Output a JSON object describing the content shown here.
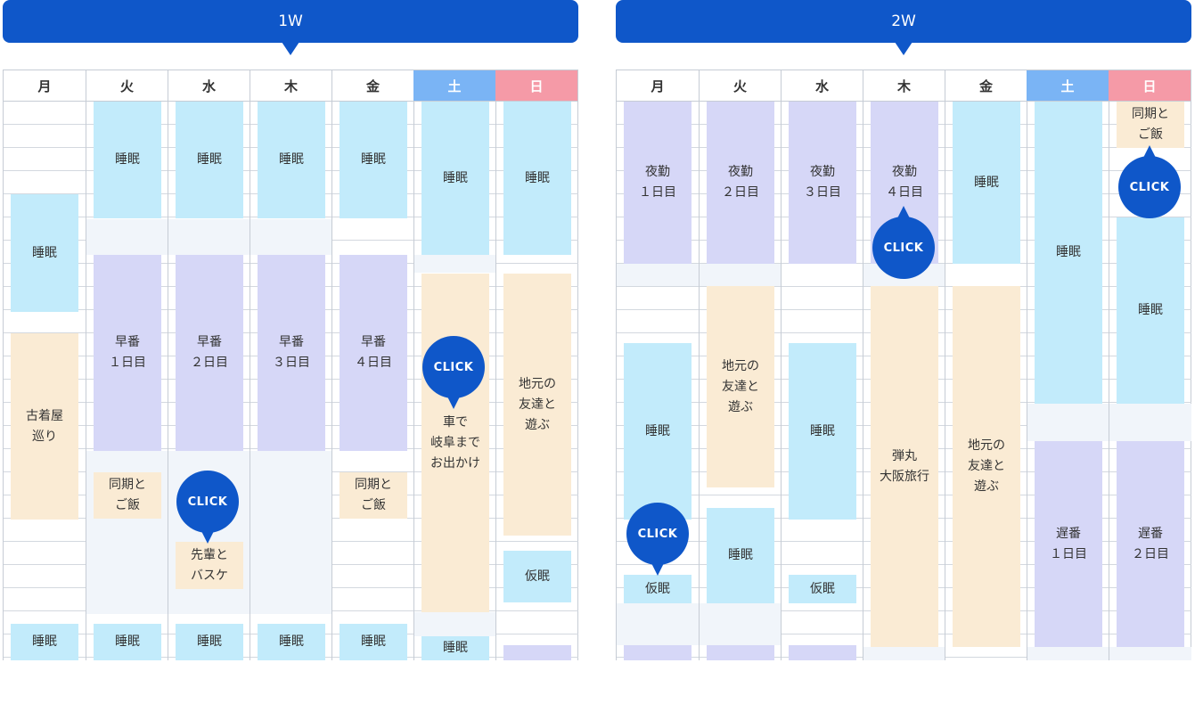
{
  "weeks": [
    {
      "title": "1W",
      "days": [
        "月",
        "火",
        "水",
        "木",
        "金",
        "土",
        "日"
      ],
      "events": {
        "mon": [
          "睡眠",
          "古着屋\n巡り",
          "睡眠"
        ],
        "tue": [
          "睡眠",
          "早番\n１日目",
          "同期と\nご飯",
          "睡眠"
        ],
        "wed": [
          "睡眠",
          "早番\n２日目",
          "先輩と\nバスケ",
          "睡眠"
        ],
        "thu": [
          "睡眠",
          "早番\n３日目",
          "睡眠"
        ],
        "fri": [
          "睡眠",
          "早番\n４日目",
          "同期と\nご飯",
          "睡眠"
        ],
        "sat": [
          "睡眠",
          "車で\n岐阜まで\nお出かけ",
          "睡眠"
        ],
        "sun": [
          "睡眠",
          "地元の\n友達と\n遊ぶ",
          "仮眠"
        ]
      },
      "click_label": "CLICK"
    },
    {
      "title": "2W",
      "days": [
        "月",
        "火",
        "水",
        "木",
        "金",
        "土",
        "日"
      ],
      "events": {
        "mon": [
          "夜勤\n１日目",
          "睡眠",
          "仮眠"
        ],
        "tue": [
          "夜勤\n２日目",
          "地元の\n友達と\n遊ぶ",
          "睡眠"
        ],
        "wed": [
          "夜勤\n３日目",
          "睡眠",
          "仮眠"
        ],
        "thu": [
          "夜勤\n４日目",
          "弾丸\n大阪旅行"
        ],
        "fri": [
          "睡眠",
          "地元の\n友達と\n遊ぶ"
        ],
        "sat": [
          "睡眠",
          "遅番\n１日目"
        ],
        "sun": [
          "同期と\nご飯",
          "睡眠",
          "遅番\n２日目"
        ]
      },
      "click_label": "CLICK"
    }
  ]
}
